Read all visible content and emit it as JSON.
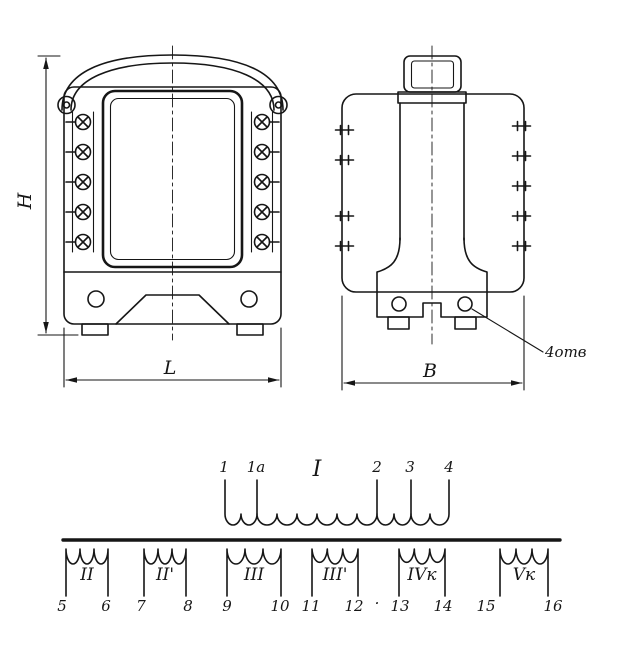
{
  "drawing": {
    "front_view": {
      "height_dim_label": "H",
      "length_dim_label": "L"
    },
    "side_view": {
      "width_dim_label": "B",
      "holes_note": "4отв"
    },
    "schematic": {
      "primary_label": "I",
      "taps": [
        "1",
        "1a",
        "2",
        "3",
        "4"
      ],
      "separator_dot": "·",
      "windings": [
        {
          "label": "II",
          "t1": "5",
          "t2": "6"
        },
        {
          "label": "II'",
          "t1": "7",
          "t2": "8"
        },
        {
          "label": "III",
          "t1": "9",
          "t2": "10"
        },
        {
          "label": "III'",
          "t1": "11",
          "t2": "12"
        },
        {
          "label": "IVк",
          "t1": "13",
          "t2": "14"
        },
        {
          "label": "Vк",
          "t1": "15",
          "t2": "16"
        }
      ]
    }
  }
}
